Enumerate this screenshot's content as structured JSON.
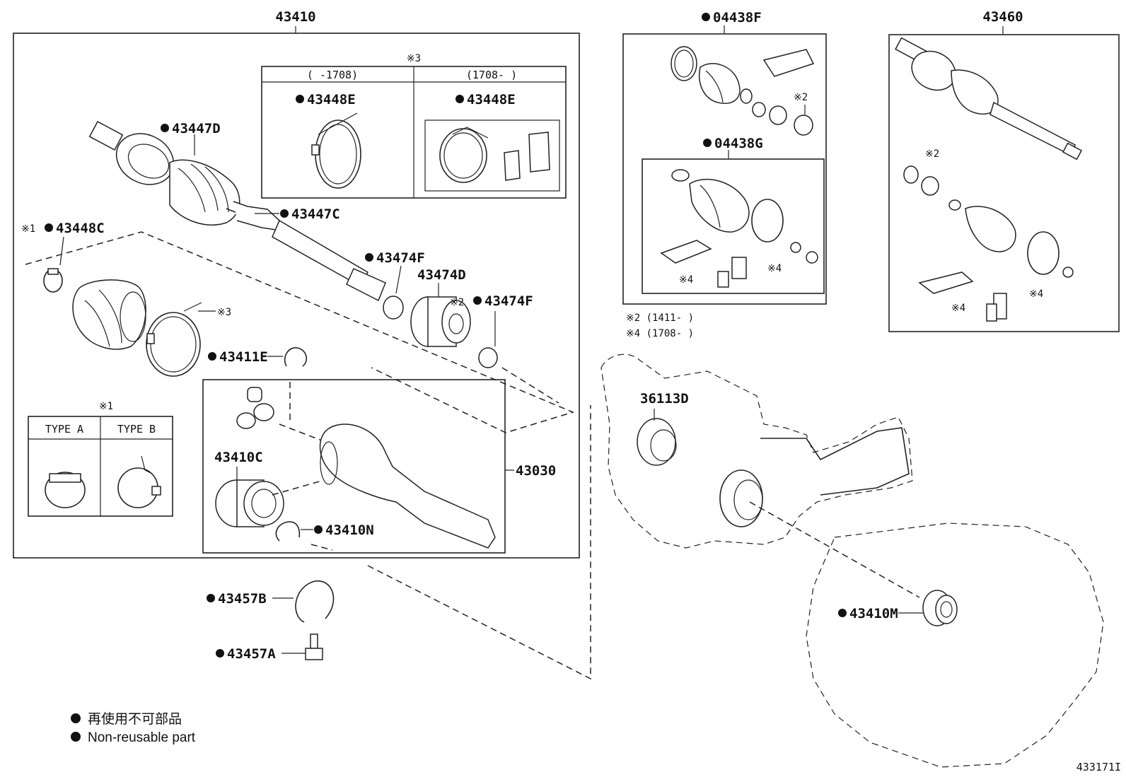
{
  "callouts": {
    "p43410": "43410",
    "p04438F": "04438F",
    "p43460": "43460",
    "p43447D": "43447D",
    "p43447C": "43447C",
    "p43448C": "43448C",
    "p43448E_a": "43448E",
    "p43448E_b": "43448E",
    "p43474F_a": "43474F",
    "p43474F_b": "43474F",
    "p43474D": "43474D",
    "p43411E": "43411E",
    "p43410C": "43410C",
    "p43410N": "43410N",
    "p43030": "43030",
    "p04438G": "04438G",
    "p36113D": "36113D",
    "p43410M": "43410M",
    "p43457B": "43457B",
    "p43457A": "43457A"
  },
  "notes": {
    "ref3_header": "※3",
    "ref3_left": "(      -1708)",
    "ref3_right": "(1708-      )",
    "ref1_mark": "※1",
    "ref1_header": "※1",
    "ref2_mark": "※2",
    "ref3_mark": "※3",
    "ref4_mark": "※4",
    "type_a": "TYPE A",
    "type_b": "TYPE B",
    "footnote2": "※2 (1411-      )",
    "footnote4": "※4 (1708-      )"
  },
  "legend": {
    "jp": "再使用不可部品",
    "en": "Non-reusable part"
  },
  "figure_id": "433171I"
}
